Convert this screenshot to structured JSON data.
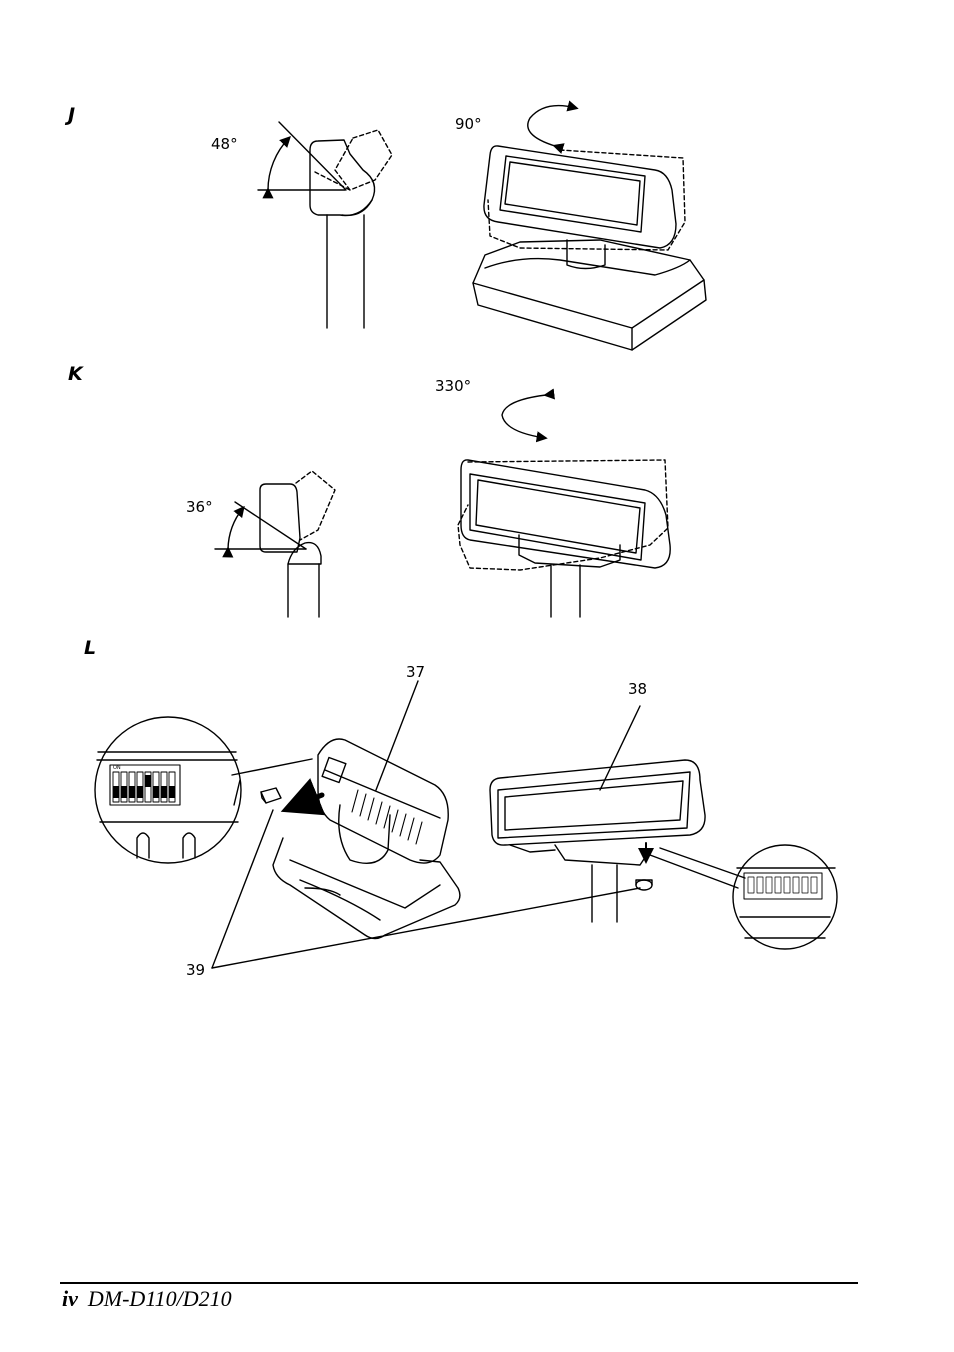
{
  "sections": {
    "j": {
      "letter": "J",
      "angle_side": "48°",
      "angle_swivel": "90°"
    },
    "k": {
      "letter": "K",
      "angle_side": "36°",
      "angle_swivel": "330°"
    },
    "l": {
      "letter": "L",
      "callout_37": "37",
      "callout_38": "38",
      "callout_39": "39",
      "dip_on_label": "ON"
    }
  },
  "footer": {
    "page_number": "iv",
    "model": "DM-D110/D210"
  }
}
